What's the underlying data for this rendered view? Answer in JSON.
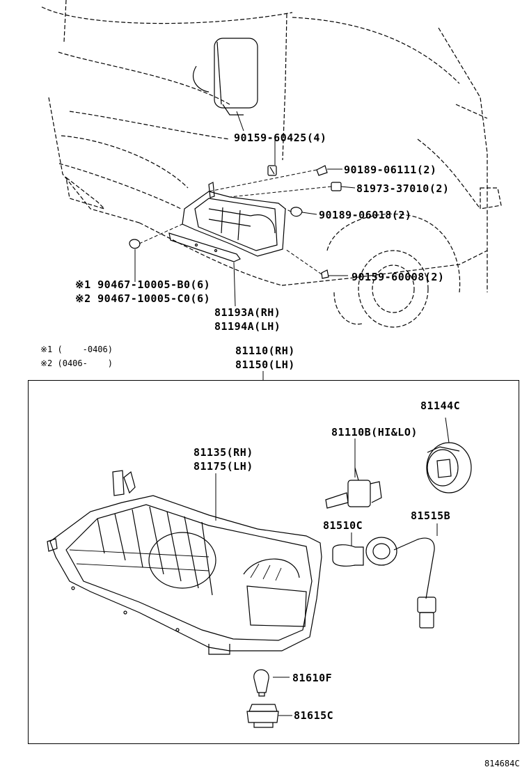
{
  "diagram": {
    "top_labels": {
      "p90159_60425": "90159-60425(4)",
      "p90189_06111": "90189-06111(2)",
      "p81973_37010": "81973-37010(2)",
      "p90189_06018": "90189-06018(2)",
      "p90159_60008": "90159-60008(2)",
      "p90467_b0": "※1 90467-10005-B0(6)",
      "p90467_c0": "※2 90467-10005-C0(6)",
      "p81193a": "81193A(RH)",
      "p81194a": "81194A(LH)"
    },
    "notes": {
      "n1": "※1 (    -0406)",
      "n2": "※2 (0406-    )"
    },
    "assembly": {
      "rh": "81110(RH)",
      "lh": "81150(LH)"
    },
    "box_labels": {
      "p81144c": "81144C",
      "p81110b": "81110B(HI&LO)",
      "p81135": "81135(RH)",
      "p81175": "81175(LH)",
      "p81510c": "81510C",
      "p81515b": "81515B",
      "p81610f": "81610F",
      "p81615c": "81615C"
    },
    "drawing_id": "814684C"
  }
}
